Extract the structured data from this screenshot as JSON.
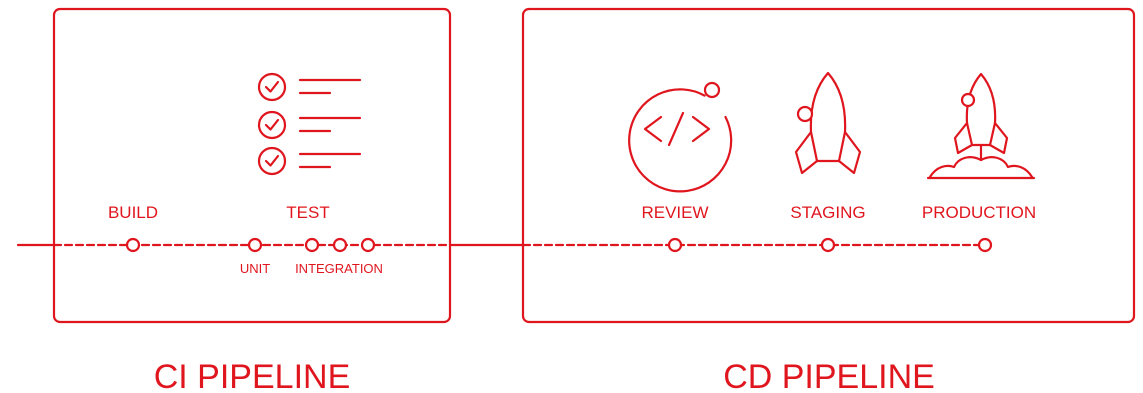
{
  "accent_color": "#e0161e",
  "ci": {
    "title": "CI PIPELINE",
    "stages": {
      "build": "BUILD",
      "test": "TEST"
    },
    "substages": {
      "unit": "UNIT",
      "integration": "INTEGRATION"
    },
    "icon": "test-checklist-icon"
  },
  "cd": {
    "title": "CD PIPELINE",
    "stages": {
      "review": "REVIEW",
      "staging": "STAGING",
      "production": "PRODUCTION"
    },
    "icons": [
      "code-review-icon",
      "rocket-icon",
      "rocket-launch-icon"
    ]
  }
}
